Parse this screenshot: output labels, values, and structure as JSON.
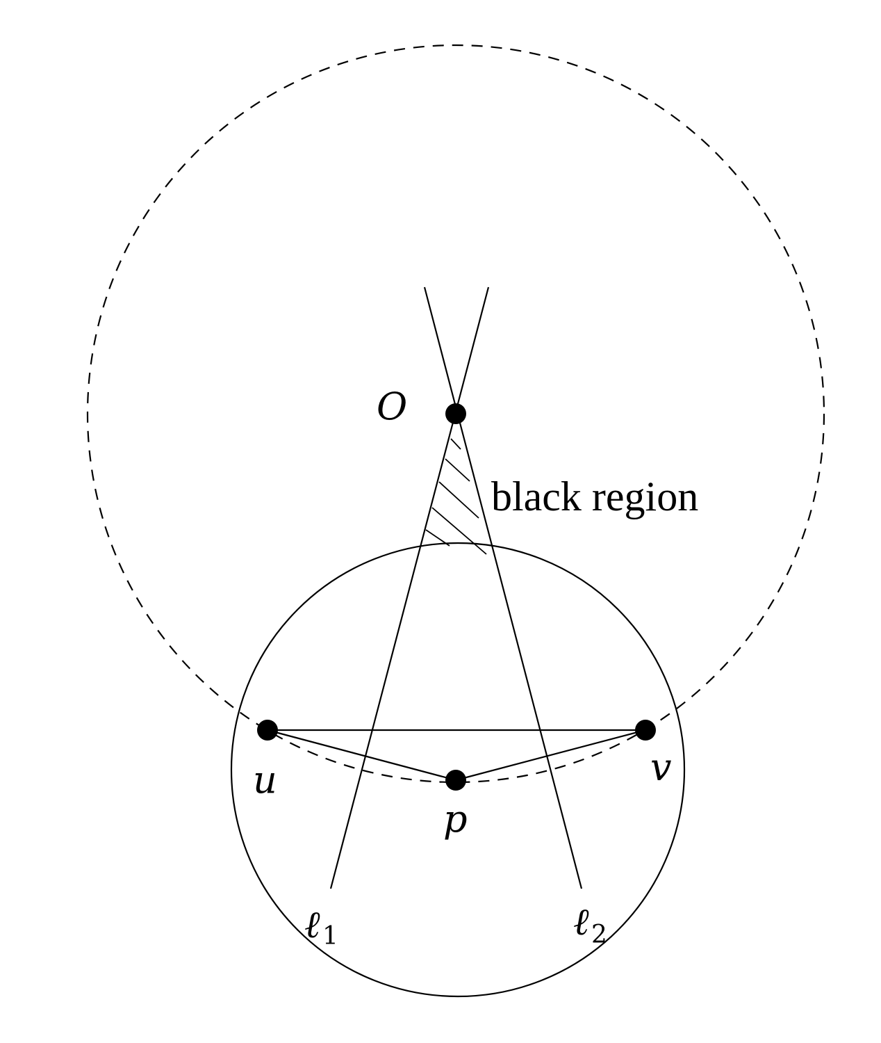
{
  "labels": {
    "O": "O",
    "u": "u",
    "v": "v",
    "p": "p",
    "l1_main": "ℓ",
    "l1_sub": "1",
    "l2_main": "ℓ",
    "l2_sub": "2"
  },
  "annotation": "black region"
}
